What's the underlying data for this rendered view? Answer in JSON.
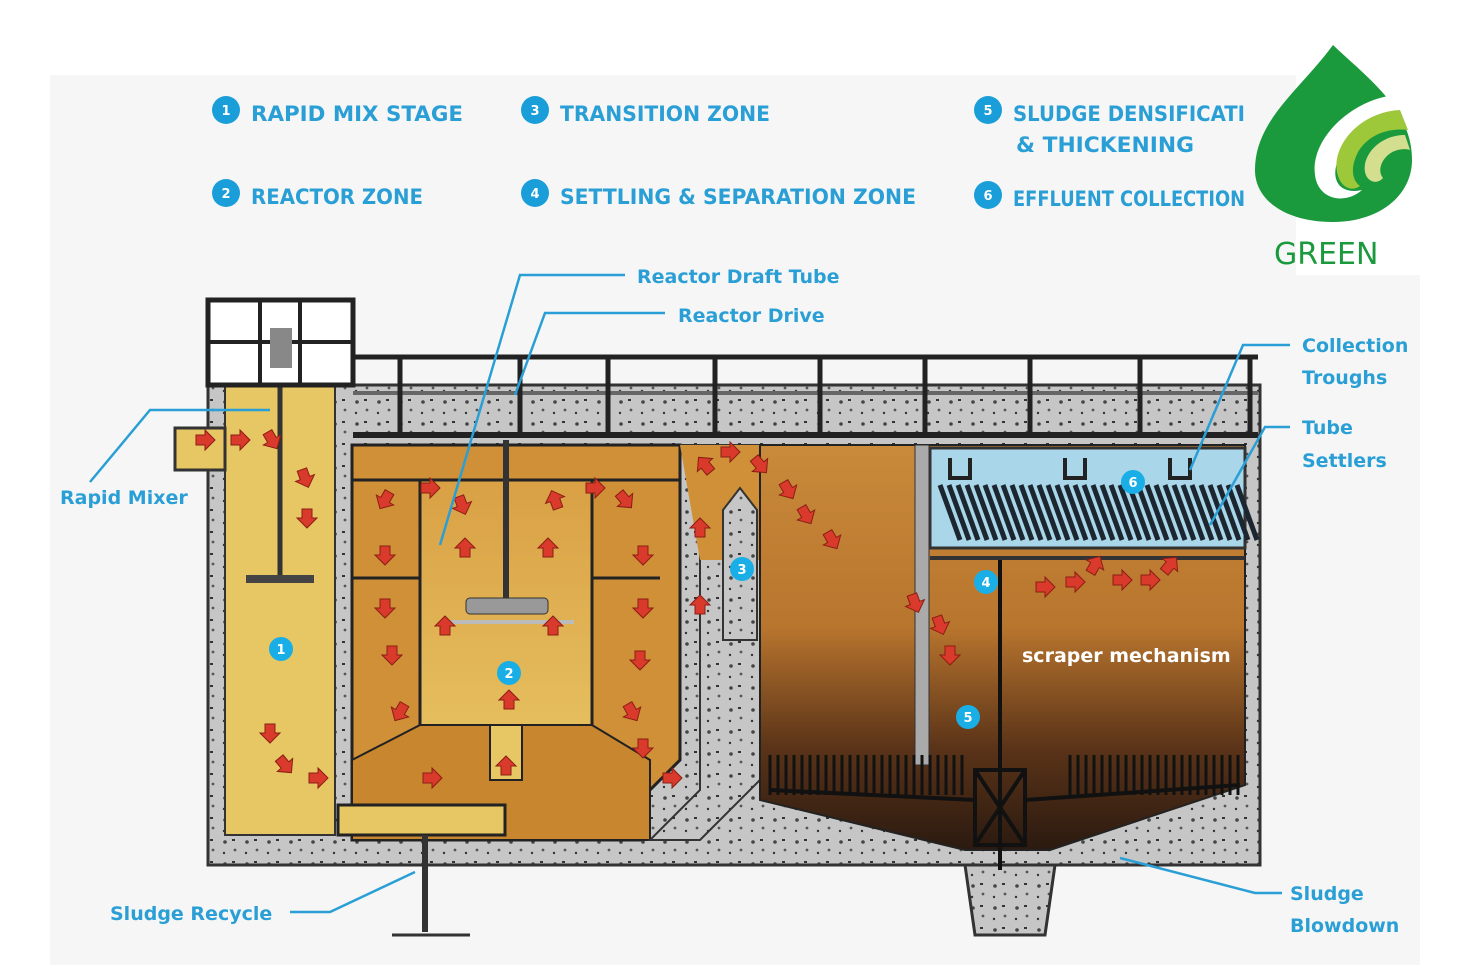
{
  "legend": {
    "items": [
      {
        "num": "1",
        "label": "RAPID MIX STAGE"
      },
      {
        "num": "2",
        "label": "REACTOR ZONE"
      },
      {
        "num": "3",
        "label": "TRANSITION ZONE"
      },
      {
        "num": "4",
        "label": "SETTLING & SEPARATION ZONE"
      },
      {
        "num": "5",
        "label": "SLUDGE DENSIFICATI",
        "label2": "& THICKENING"
      },
      {
        "num": "6",
        "label": "EFFLUENT COLLECTION"
      }
    ]
  },
  "labels": {
    "reactor_draft_tube": "Reactor Draft Tube",
    "reactor_drive": "Reactor Drive",
    "collection_troughs_1": "Collection",
    "collection_troughs_2": "Troughs",
    "tube_settlers_1": "Tube",
    "tube_settlers_2": "Settlers",
    "rapid_mixer": "Rapid Mixer",
    "sludge_recycle": "Sludge Recycle",
    "sludge_blowdown_1": "Sludge",
    "sludge_blowdown_2": "Blowdown",
    "scraper_mechanism": "scraper mechanism"
  },
  "zone_badges": [
    "1",
    "2",
    "3",
    "4",
    "5",
    "6"
  ],
  "logo": {
    "text": "GREEN"
  },
  "colors": {
    "accent_blue": "#2a9fd6",
    "arrow_red": "#d93a2b",
    "reactor_orange": "#cf9038",
    "mix_yellow": "#e6c764",
    "concrete": "#c9c9c9",
    "logo_green": "#1a9a3c"
  }
}
